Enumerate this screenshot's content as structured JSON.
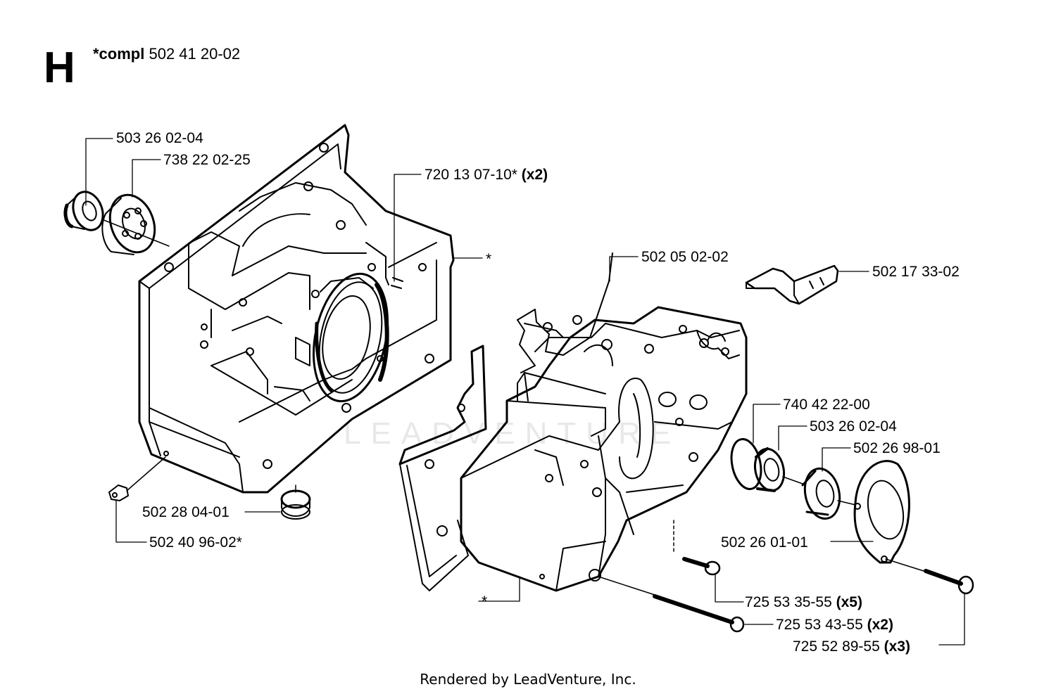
{
  "header": {
    "section_letter": "H",
    "compl_prefix": "*compl",
    "compl_number": "502 41 20-02"
  },
  "parts": [
    {
      "id": "p1",
      "number": "503 26 02-04",
      "qty": ""
    },
    {
      "id": "p2",
      "number": "738 22 02-25",
      "qty": ""
    },
    {
      "id": "p3",
      "number": "720 13 07-10*",
      "qty": "(x2)"
    },
    {
      "id": "p4",
      "number": "502 05 02-02",
      "qty": ""
    },
    {
      "id": "p5",
      "number": "502 17 33-02",
      "qty": ""
    },
    {
      "id": "p6",
      "number": "740 42 22-00",
      "qty": ""
    },
    {
      "id": "p7",
      "number": "503 26 02-04",
      "qty": ""
    },
    {
      "id": "p8",
      "number": "502 26 98-01",
      "qty": ""
    },
    {
      "id": "p9",
      "number": "502 26 01-01",
      "qty": ""
    },
    {
      "id": "p10",
      "number": "502 28 04-01",
      "qty": ""
    },
    {
      "id": "p11",
      "number": "502 40 96-02*",
      "qty": ""
    },
    {
      "id": "p12",
      "number": "725 53 35-55",
      "qty": "(x5)"
    },
    {
      "id": "p13",
      "number": "725 53 43-55",
      "qty": "(x2)"
    },
    {
      "id": "p14",
      "number": "725 52 89-55",
      "qty": "(x3)"
    }
  ],
  "asterisk_marks": [
    "*",
    "*"
  ],
  "watermark": "LEADVENTURE",
  "footer": "Rendered by LeadVenture, Inc."
}
